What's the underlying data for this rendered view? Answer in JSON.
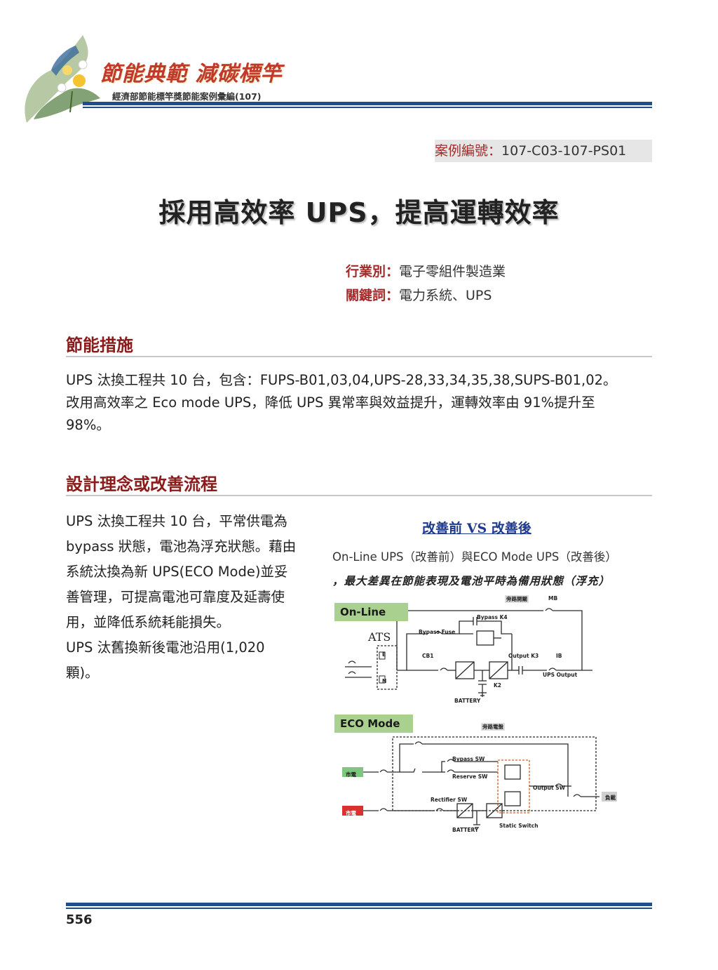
{
  "header": {
    "brand_title": "節能典範 減碳標竿",
    "brand_subtitle": "經濟部節能標竿獎節能案例彙編(107)"
  },
  "case": {
    "label": "案例編號：",
    "value": "107-C03-107-PS01"
  },
  "title": "採用高效率 UPS，提高運轉效率",
  "meta": {
    "industry_label": "行業別：",
    "industry_value": "電子零組件製造業",
    "keywords_label": "關鍵詞：",
    "keywords_value": "電力系統、UPS"
  },
  "section1": {
    "title": "節能措施",
    "lines": [
      "UPS 汰換工程共 10 台，包含：FUPS-B01,03,04,UPS-28,33,34,35,38,SUPS-B01,02。",
      "改用高效率之 Eco mode UPS，降低 UPS 異常率與效益提升，運轉效率由 91%提升至",
      "98%。"
    ]
  },
  "section2": {
    "title": "設計理念或改善流程",
    "lines": [
      "UPS 汰換工程共 10 台，平常供電為",
      "bypass 狀態，電池為浮充狀態。藉由",
      "系統汰換為新 UPS(ECO Mode)並妥",
      "善管理，可提高電池可靠度及延壽使",
      "用，並降低系統耗能損失。",
      "UPS 汰舊換新後電池沿用(1,020",
      "顆)。"
    ]
  },
  "figure": {
    "title": "改善前 VS 改善後",
    "caption_line1": "On-Line UPS（改善前）與ECO Mode UPS（改善後）",
    "caption_line2": "，最大差異在節能表現及電池平時為備用狀態（浮充）",
    "online_tag": "On-Line",
    "eco_tag": "ECO Mode",
    "ats": "ATS",
    "labels": {
      "bypass_open": "旁路開關",
      "mb": "MB",
      "bypass_k4": "Bypass K4",
      "bypass_fuse": "Bypass Fuse",
      "cb1": "CB1",
      "output_k3": "Output K3",
      "ib": "IB",
      "ups_output": "UPS Output",
      "k2": "K2",
      "battery": "BATTERY",
      "e": "E",
      "n": "N",
      "eco_bypass": "旁路電盤",
      "bypass_sw": "Bypass SW",
      "reserve_sw": "Reserve SW",
      "rectifier_sw": "Rectifier SW",
      "output_sw": "Output SW",
      "static_switch": "Static Switch",
      "battery2": "BATTERY",
      "source_green": "市電",
      "source_red": "市電",
      "load": "負載"
    }
  },
  "footer": {
    "page_number": "556"
  }
}
